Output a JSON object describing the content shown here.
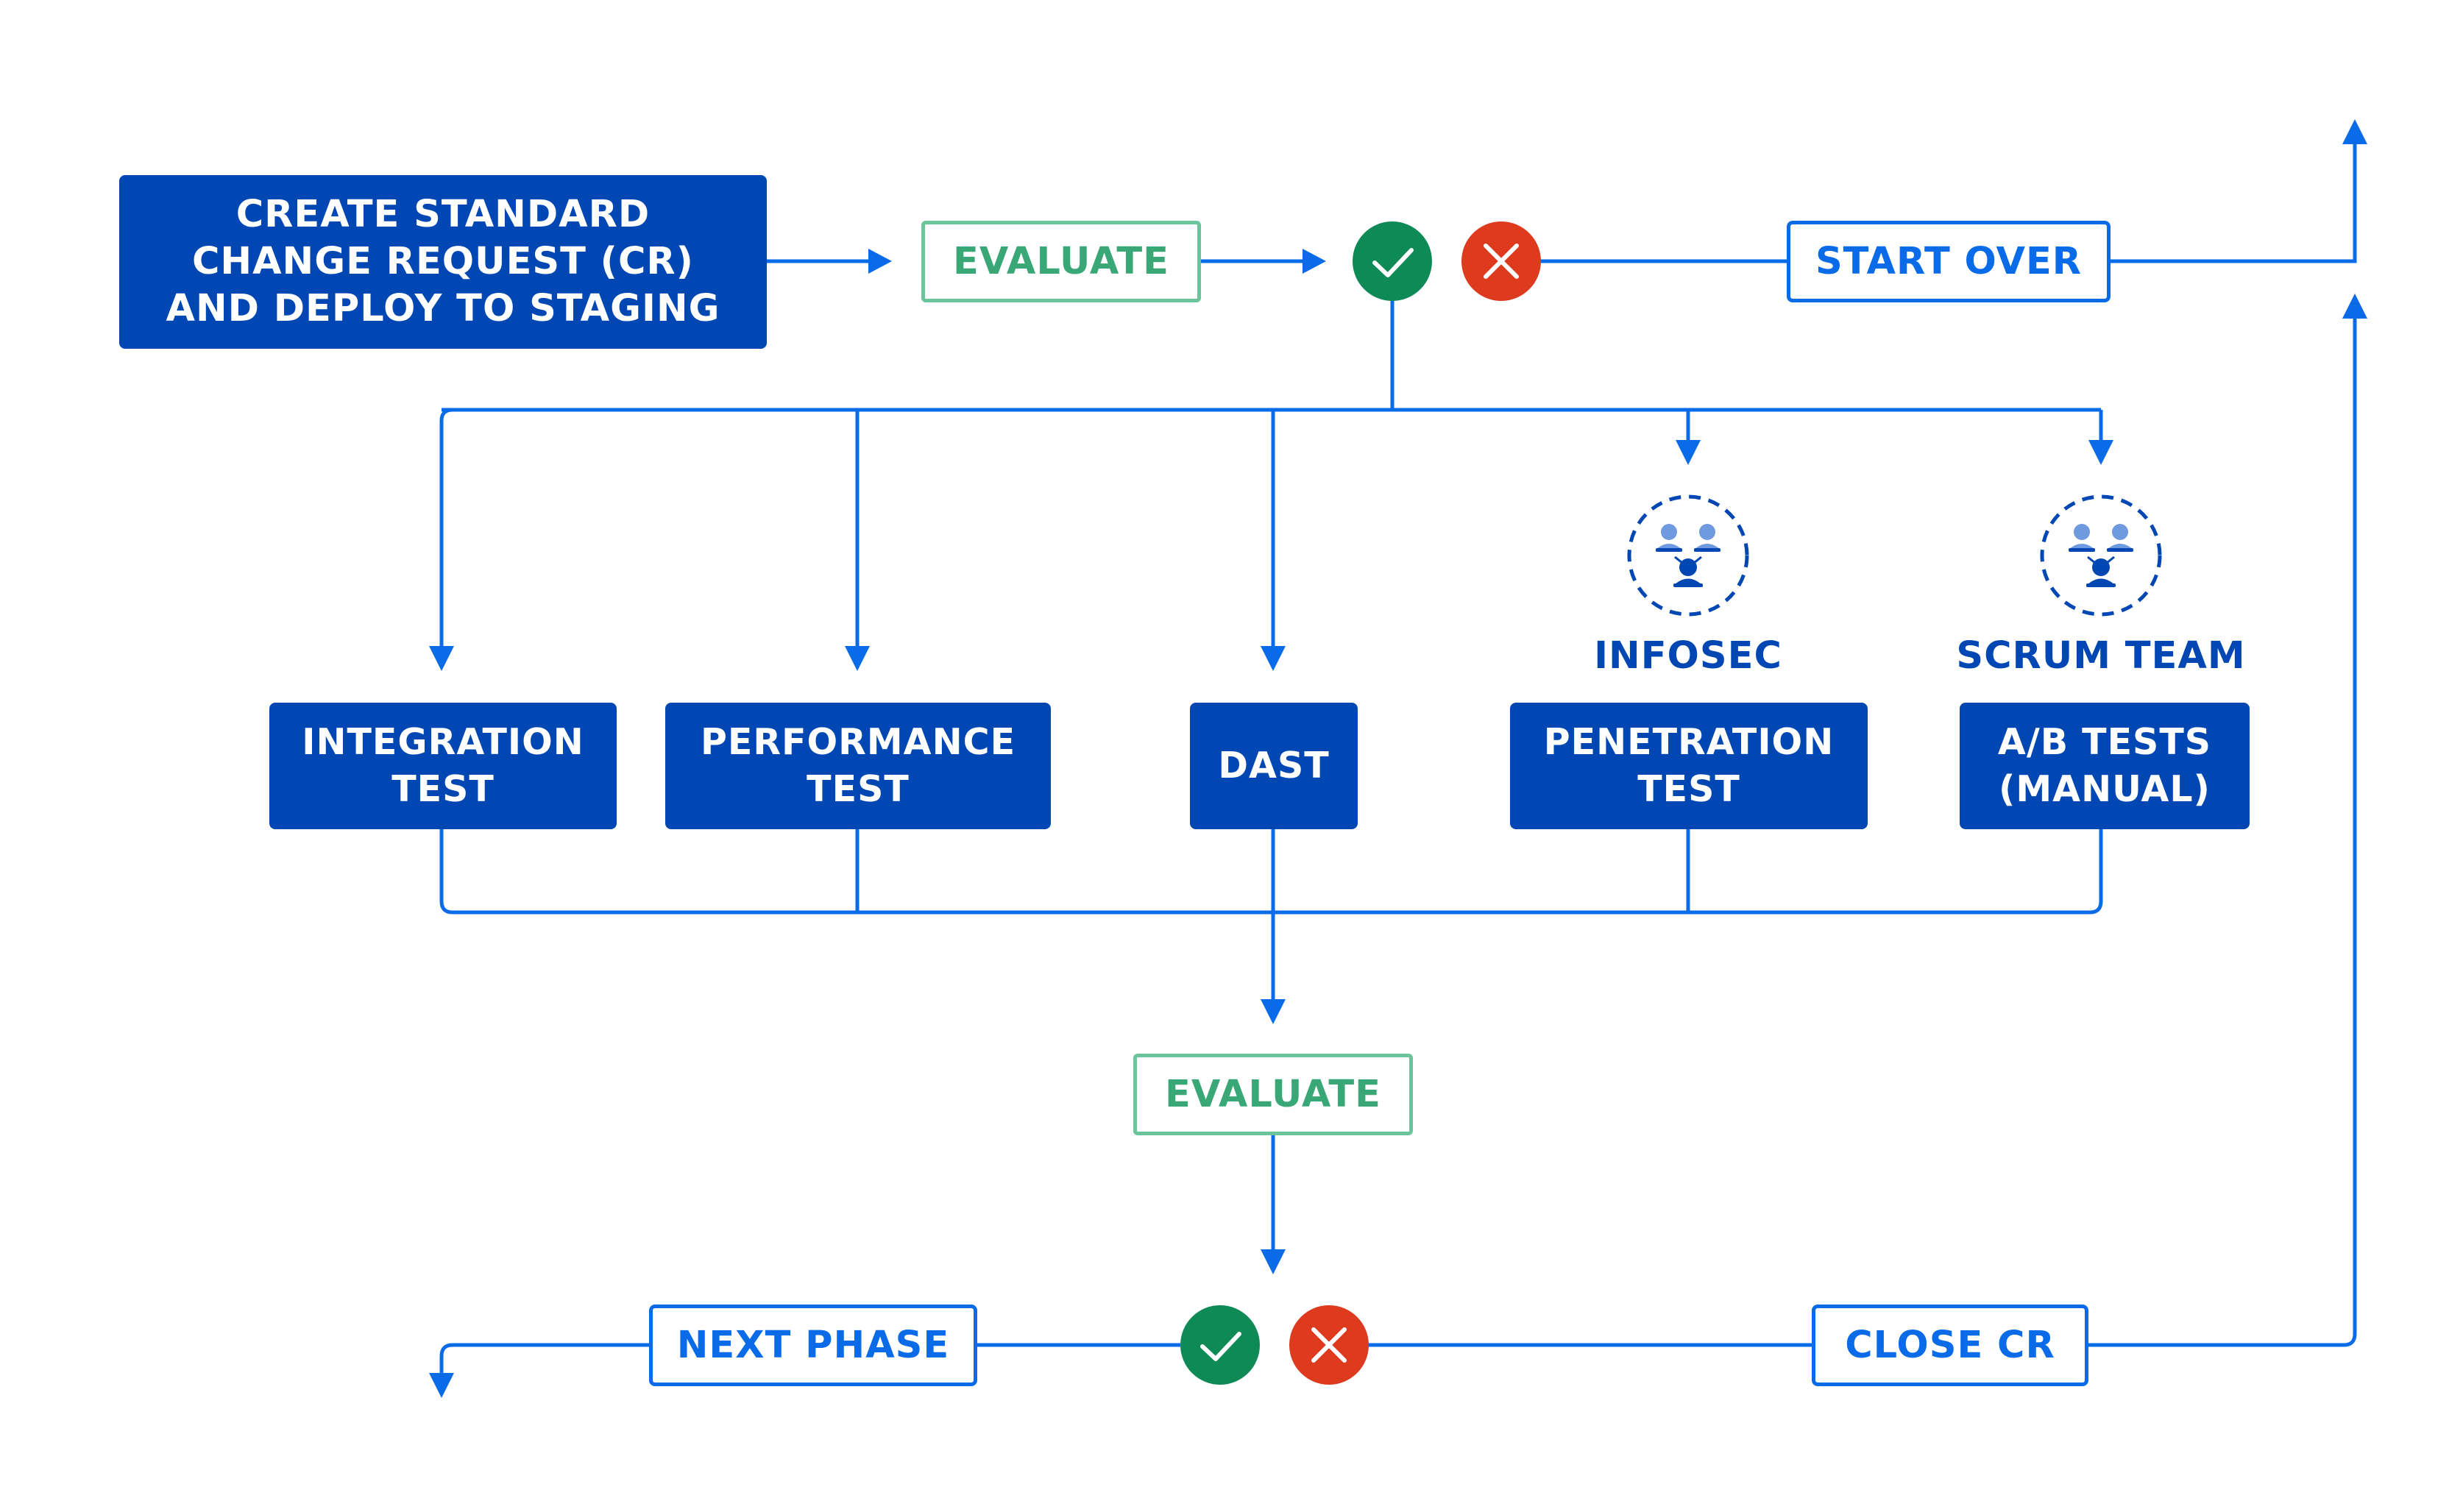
{
  "nodes": {
    "create_cr": "CREATE STANDARD\nCHANGE REQUEST (CR)\nAND DEPLOY TO STAGING",
    "evaluate_top": "EVALUATE",
    "start_over": "START OVER",
    "integration_test": "INTEGRATION\nTEST",
    "performance_test": "PERFORMANCE\nTEST",
    "dast": "DAST",
    "penetration_test": "PENETRATION\nTEST",
    "ab_tests": "A/B TESTS\n(MANUAL)",
    "evaluate_bottom": "EVALUATE",
    "next_phase": "NEXT PHASE",
    "close_cr": "CLOSE CR"
  },
  "labels": {
    "infosec": "INFOSEC",
    "scrum_team": "SCRUM TEAM"
  },
  "icons": {
    "approve": "check-icon",
    "reject": "x-icon",
    "team": "team-group-icon"
  },
  "colors": {
    "primary": "#0047b3",
    "accent": "#0a6be8",
    "evaluate": "#3aa876",
    "approve": "#0e8a56",
    "reject": "#dd3a1e"
  }
}
